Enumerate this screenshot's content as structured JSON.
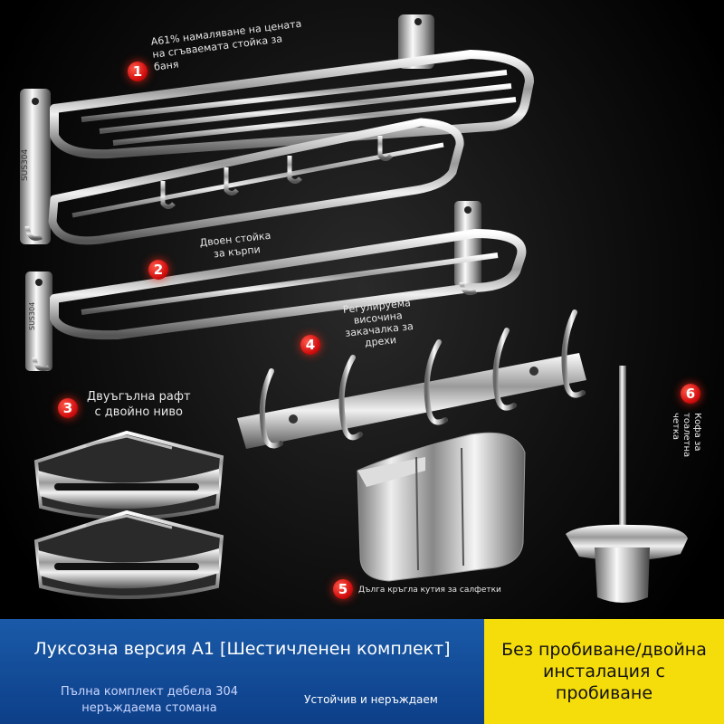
{
  "callouts": {
    "c1": {
      "number": "1",
      "text": "A61% намаляване на цената на сгъваемата стойка за баня"
    },
    "c2": {
      "number": "2",
      "text_line1": "Двоен стойка",
      "text_line2": "за кърпи"
    },
    "c3": {
      "number": "3",
      "text_line1": "Двуъгълна рафт",
      "text_line2": "с двойно ниво"
    },
    "c4": {
      "number": "4",
      "text_line1": "Регулируема",
      "text_line2": "височина",
      "text_line3": "закачалка за",
      "text_line4": "дрехи"
    },
    "c5": {
      "number": "5",
      "text": "Дълга кръгла кутия за салфетки"
    },
    "c6": {
      "number": "6",
      "text_line1": "Кофа за",
      "text_line2": "тоалетна",
      "text_line3": "четка"
    }
  },
  "product_marks": {
    "rack1_stamp": "SUS304",
    "rack2_stamp": "SUS304"
  },
  "banner": {
    "title": "Луксозна версия A1 [Шестичленен комплект]",
    "feature1": "Пълна комплект дебела 304 неръждаема стомана",
    "feature2": "Устойчив и неръждаем",
    "right_text": "Без пробиване/двойна инсталация с пробиване",
    "colors": {
      "left": "#0d3f88",
      "right": "#f5dd0c"
    }
  }
}
